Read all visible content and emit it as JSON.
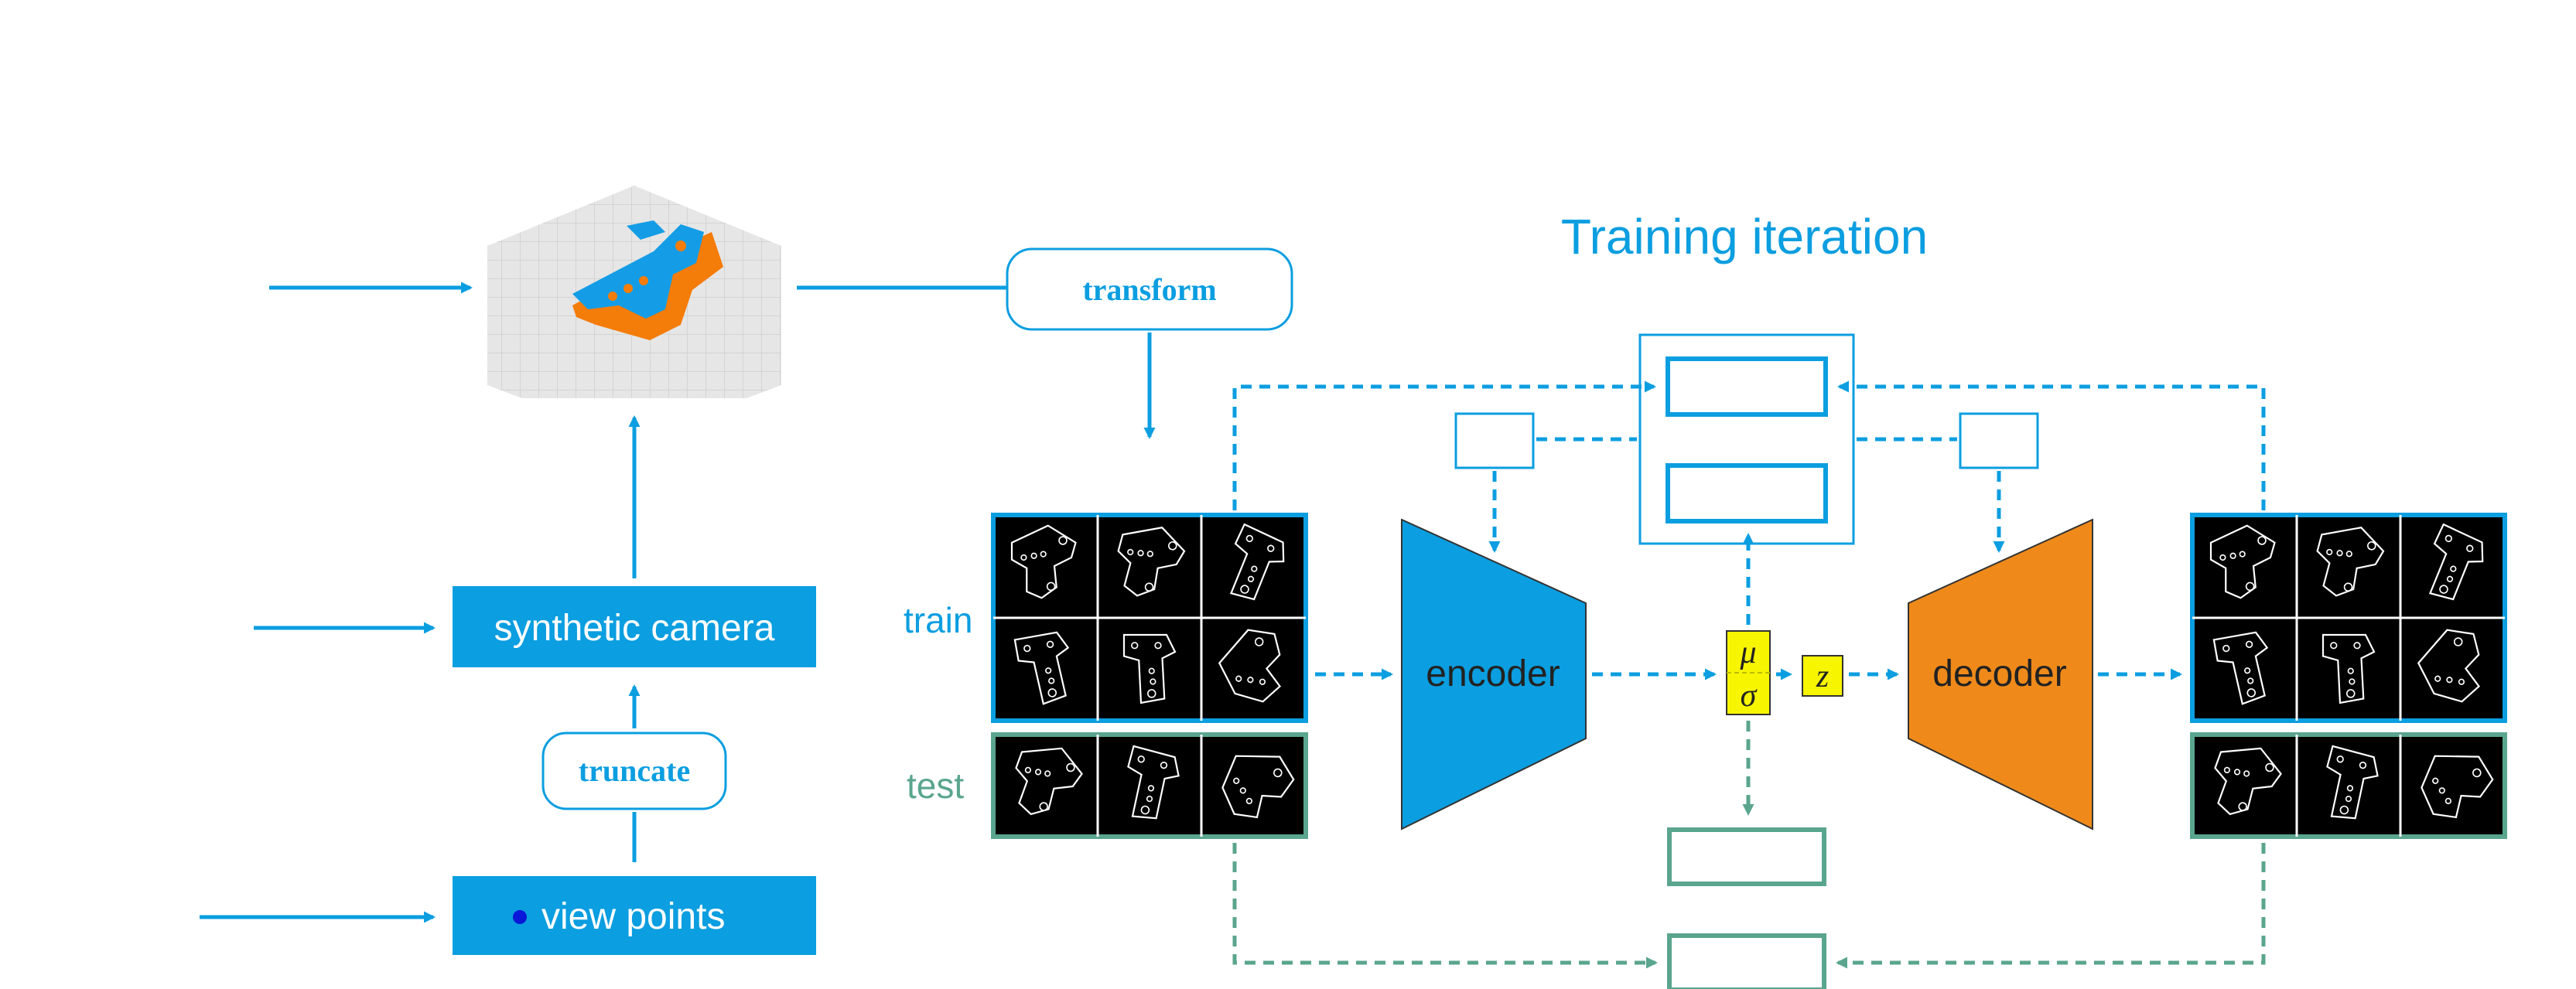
{
  "title": "Training iteration",
  "labels": {
    "transform": "transform",
    "truncate": "truncate",
    "synthetic_camera": "synthetic camera",
    "view_points": "view points",
    "train": "train",
    "test": "test",
    "encoder": "encoder",
    "decoder": "decoder",
    "mu": "μ",
    "sigma": "σ",
    "z": "z"
  },
  "colors": {
    "accent_blue": "#0b9ee0",
    "teal": "#5aa58e",
    "orange": "#ef8a1a",
    "yellow": "#f8f500",
    "cad_blue": "#149de6",
    "cad_orange": "#f47c08",
    "grid_gray": "#e6e6e6",
    "image_bg": "#000000",
    "view_point_dot": "#0a16d8"
  },
  "icons": {
    "cad_model": "cad-model-render",
    "train_images": "train-image-grid",
    "test_images": "test-image-grid"
  }
}
